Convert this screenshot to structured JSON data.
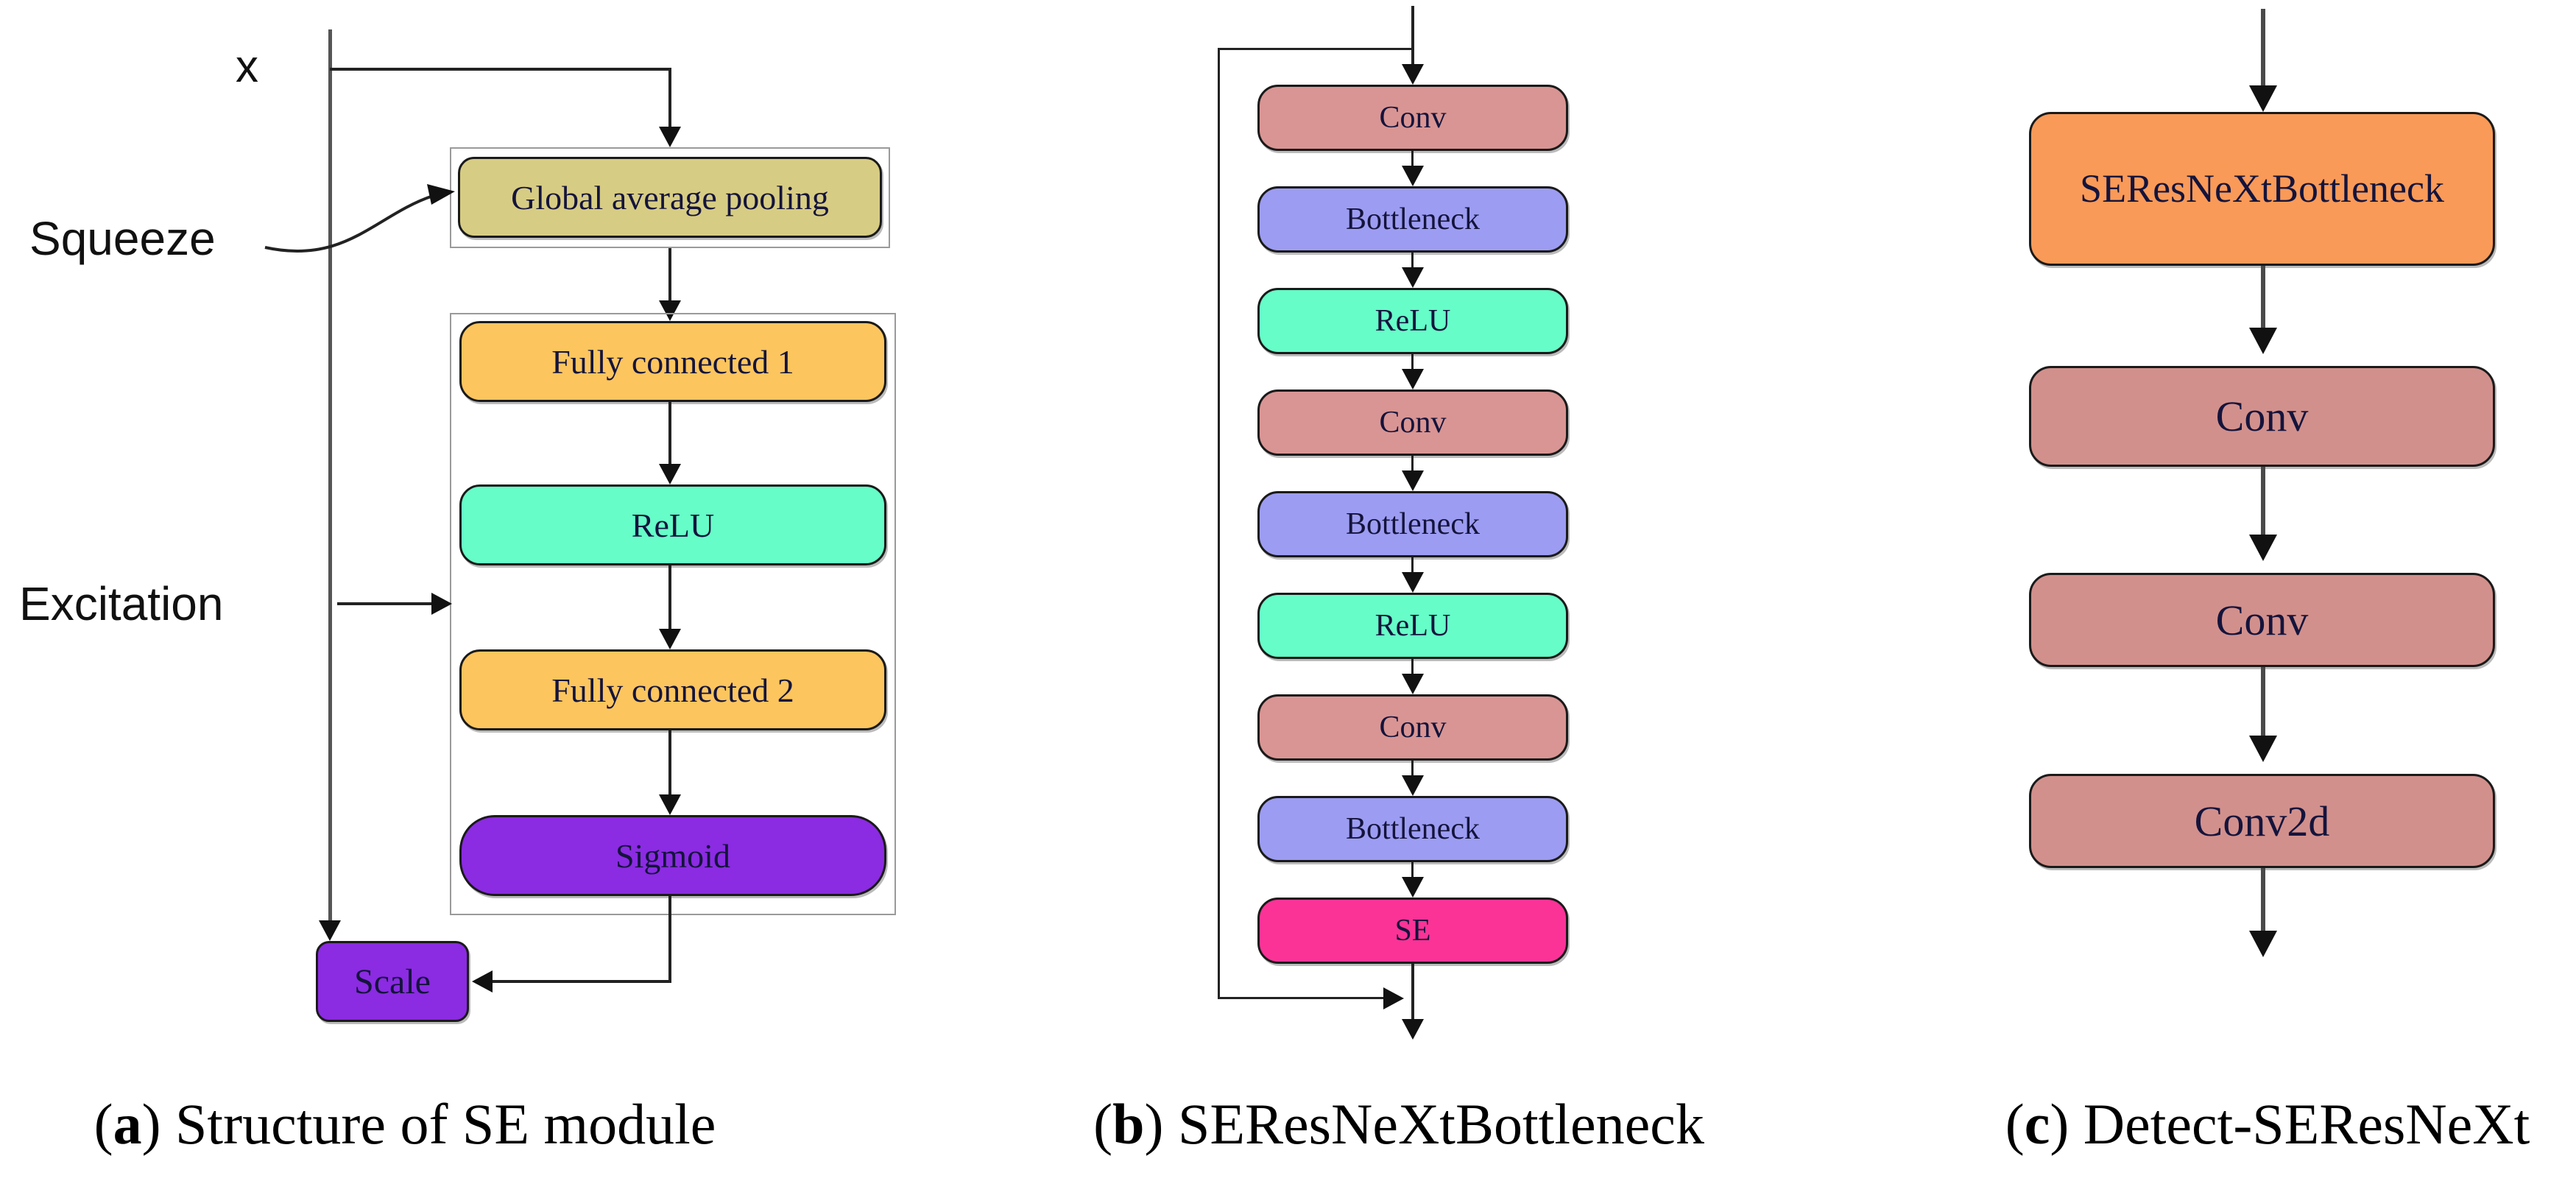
{
  "figure": {
    "panels": [
      {
        "caption_letter": "a",
        "caption_text": "Structure of SE module",
        "input_label": "x",
        "squeeze_label": "Squeeze",
        "excitation_label": "Excitation",
        "nodes": [
          {
            "label": "Global average pooling",
            "color": "#d7cc83"
          },
          {
            "label": "Fully connected 1",
            "color": "#fdc55e"
          },
          {
            "label": "ReLU",
            "color": "#66fdc8"
          },
          {
            "label": "Fully connected 2",
            "color": "#fdc55e"
          },
          {
            "label": "Sigmoid",
            "color": "#8b2be2"
          },
          {
            "label": "Scale",
            "color": "#8b2be2"
          }
        ]
      },
      {
        "caption_letter": "b",
        "caption_text": "SEResNeXtBottleneck",
        "nodes": [
          {
            "label": "Conv",
            "color": "#d99593"
          },
          {
            "label": "Bottleneck",
            "color": "#9c9cf2"
          },
          {
            "label": "ReLU",
            "color": "#66fdc8"
          },
          {
            "label": "Conv",
            "color": "#d99593"
          },
          {
            "label": "Bottleneck",
            "color": "#9c9cf2"
          },
          {
            "label": "ReLU",
            "color": "#66fdc8"
          },
          {
            "label": "Conv",
            "color": "#d99593"
          },
          {
            "label": "Bottleneck",
            "color": "#9c9cf2"
          },
          {
            "label": "SE",
            "color": "#fb3397"
          }
        ]
      },
      {
        "caption_letter": "c",
        "caption_text": "Detect-SEResNeXt",
        "nodes": [
          {
            "label": "SEResNeXtBottleneck",
            "color": "#fa9a58"
          },
          {
            "label": "Conv",
            "color": "#d2908c"
          },
          {
            "label": "Conv",
            "color": "#d2908c"
          },
          {
            "label": "Conv2d",
            "color": "#d2908c"
          }
        ]
      }
    ]
  }
}
